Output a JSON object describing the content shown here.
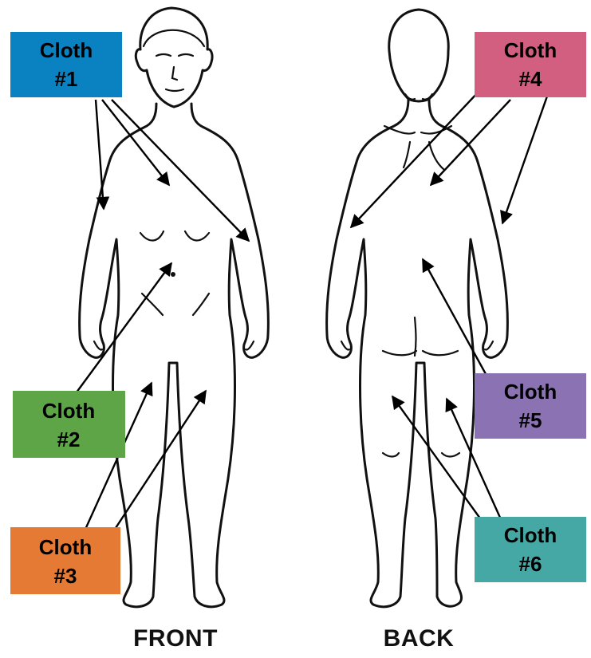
{
  "views": {
    "front": "FRONT",
    "back": "BACK"
  },
  "cloths": [
    {
      "id": "cloth-1",
      "line1": "Cloth",
      "line2": "#1",
      "color": "#0a82c2"
    },
    {
      "id": "cloth-2",
      "line1": "Cloth",
      "line2": "#2",
      "color": "#5ea548"
    },
    {
      "id": "cloth-3",
      "line1": "Cloth",
      "line2": "#3",
      "color": "#e57a35"
    },
    {
      "id": "cloth-4",
      "line1": "Cloth",
      "line2": "#4",
      "color": "#d25e80"
    },
    {
      "id": "cloth-5",
      "line1": "Cloth",
      "line2": "#5",
      "color": "#8b72b2"
    },
    {
      "id": "cloth-6",
      "line1": "Cloth",
      "line2": "#6",
      "color": "#46a8a4"
    }
  ]
}
